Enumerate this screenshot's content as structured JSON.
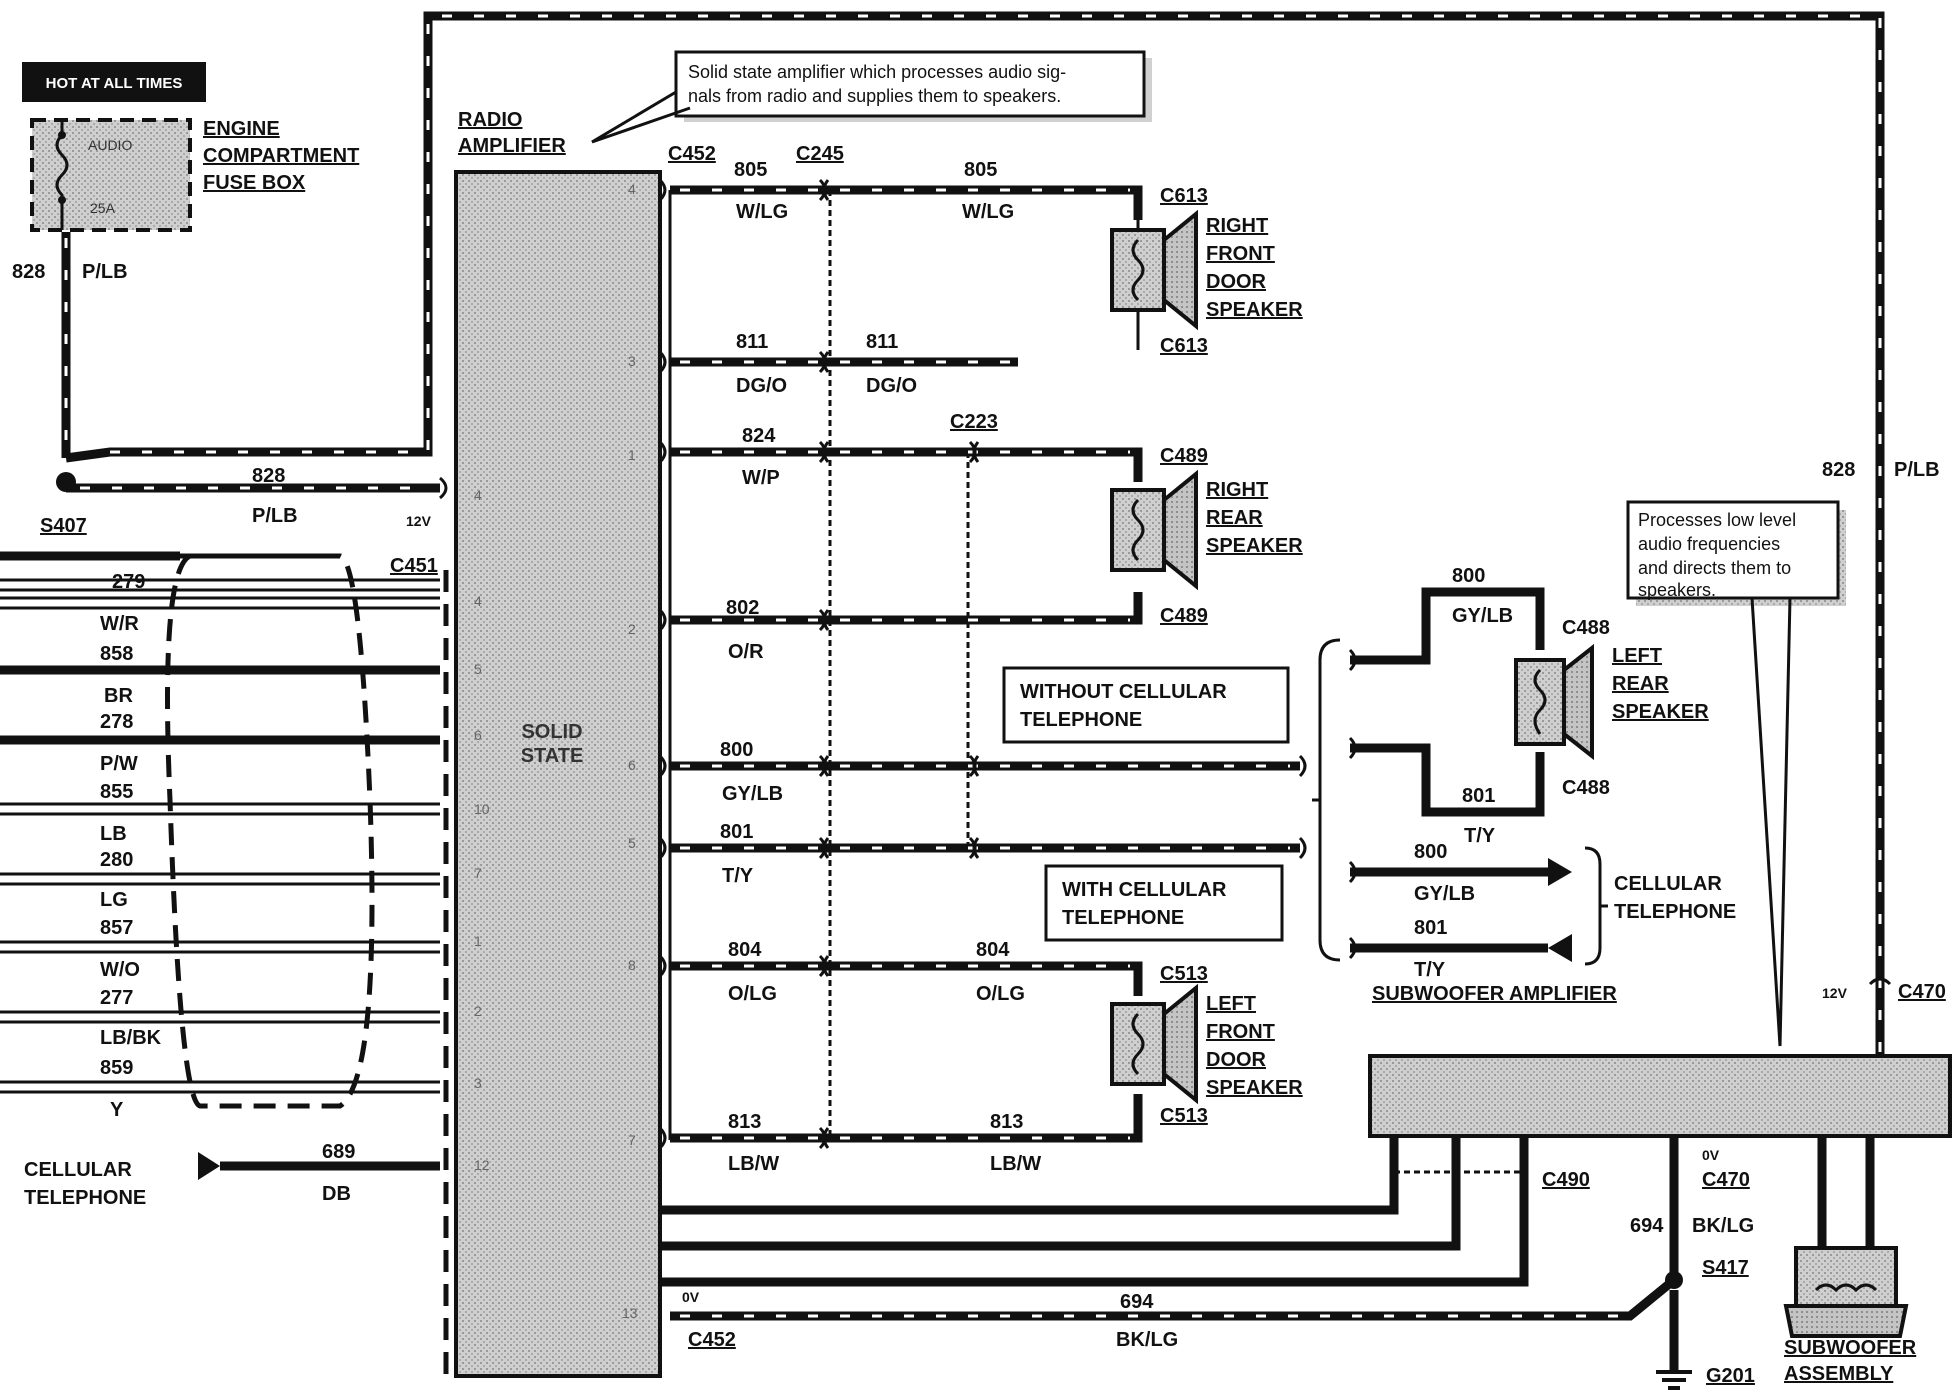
{
  "fuse": {
    "tag": "HOT AT ALL TIMES",
    "audio": "AUDIO",
    "amp": "25A",
    "name1": "ENGINE",
    "name2": "COMPARTMENT",
    "name3": "FUSE BOX"
  },
  "amp_label": {
    "l1": "RADIO",
    "l2": "AMPLIFIER"
  },
  "callout1": {
    "l1": "Solid state amplifier which processes audio sig-",
    "l2": "nals from radio and supplies them to speakers."
  },
  "callout2": {
    "l1": "Processes low level",
    "l2": "audio   frequencies",
    "l3": "and directs them to",
    "l4": "speakers."
  },
  "solid": {
    "l1": "SOLID",
    "l2": "STATE"
  },
  "pins": {
    "p4": "4",
    "p3": "3",
    "p1": "1",
    "p2": "2",
    "p6": "6",
    "p5": "5",
    "p8": "8",
    "p7": "7",
    "p13": "13",
    "lp4a": "4",
    "lp4b": "4",
    "lp5": "5",
    "lp6": "6",
    "lp10": "10",
    "lp7": "7",
    "lp1": "1",
    "lp2": "2",
    "lp3": "3",
    "lp12": "12"
  },
  "conn": {
    "c452": "C452",
    "c245": "C245",
    "c613a": "C613",
    "c613b": "C613",
    "c223": "C223",
    "c489a": "C489",
    "c489b": "C489",
    "c451": "C451",
    "c513a": "C513",
    "c513b": "C513",
    "c488a": "C488",
    "c488b": "C488",
    "c490": "C490",
    "c470a": "C470",
    "c470b": "C470",
    "c452b": "C452",
    "s407": "S407",
    "s417": "S417",
    "g201": "G201"
  },
  "wires": {
    "w828a": "828",
    "w828b": "P/LB",
    "w828c": "828",
    "w828d": "P/LB",
    "w828e": "828",
    "w828f": "P/LB",
    "v12a": "12V",
    "v12b": "12V",
    "w805a": "805",
    "w805b": "W/LG",
    "w805c": "805",
    "w805d": "W/LG",
    "w811a": "811",
    "w811b": "DG/O",
    "w811c": "811",
    "w811d": "DG/O",
    "w824a": "824",
    "w824b": "W/P",
    "w802a": "802",
    "w802b": "O/R",
    "w800a": "800",
    "w800b": "GY/LB",
    "w801a": "801",
    "w801b": "T/Y",
    "w804a": "804",
    "w804b": "O/LG",
    "w804c": "804",
    "w804d": "O/LG",
    "w813a": "813",
    "w813b": "LB/W",
    "w813c": "813",
    "w813d": "LB/W",
    "l279": "279",
    "lWR": "W/R",
    "l858": "858",
    "lBR": "BR",
    "l278": "278",
    "lPW": "P/W",
    "l855": "855",
    "lLB": "LB",
    "l280": "280",
    "lLG": "LG",
    "l857": "857",
    "lWO": "W/O",
    "l277": "277",
    "lLBBK": "LB/BK",
    "l859": "859",
    "lY": "Y",
    "w689": "689",
    "wDB": "DB",
    "s800a": "800",
    "s800b": "GY/LB",
    "s801a": "801",
    "s801b": "T/Y",
    "c800a": "800",
    "c800b": "GY/LB",
    "c801a": "801",
    "c801b": "T/Y",
    "w694a": "694",
    "w694b": "BK/LG",
    "w694c": "694",
    "w694d": "BK/LG",
    "v0a": "0V",
    "v0b": "0V"
  },
  "speakers": {
    "rf": [
      "RIGHT",
      "FRONT",
      "DOOR",
      "SPEAKER"
    ],
    "rr": [
      "RIGHT",
      "REAR",
      "SPEAKER"
    ],
    "lr": [
      "LEFT",
      "REAR",
      "SPEAKER"
    ],
    "lf": [
      "LEFT",
      "FRONT",
      "DOOR",
      "SPEAKER"
    ]
  },
  "boxes": {
    "without1": "WITHOUT CELLULAR",
    "without2": "TELEPHONE",
    "with1": "WITH CELLULAR",
    "with2": "TELEPHONE"
  },
  "cell_right": {
    "l1": "CELLULAR",
    "l2": "TELEPHONE"
  },
  "cell_left": {
    "l1": "CELLULAR",
    "l2": "TELEPHONE"
  },
  "sub_amp": "SUBWOOFER AMPLIFIER",
  "sub_asm": {
    "l1": "SUBWOOFER",
    "l2": "ASSEMBLY"
  }
}
